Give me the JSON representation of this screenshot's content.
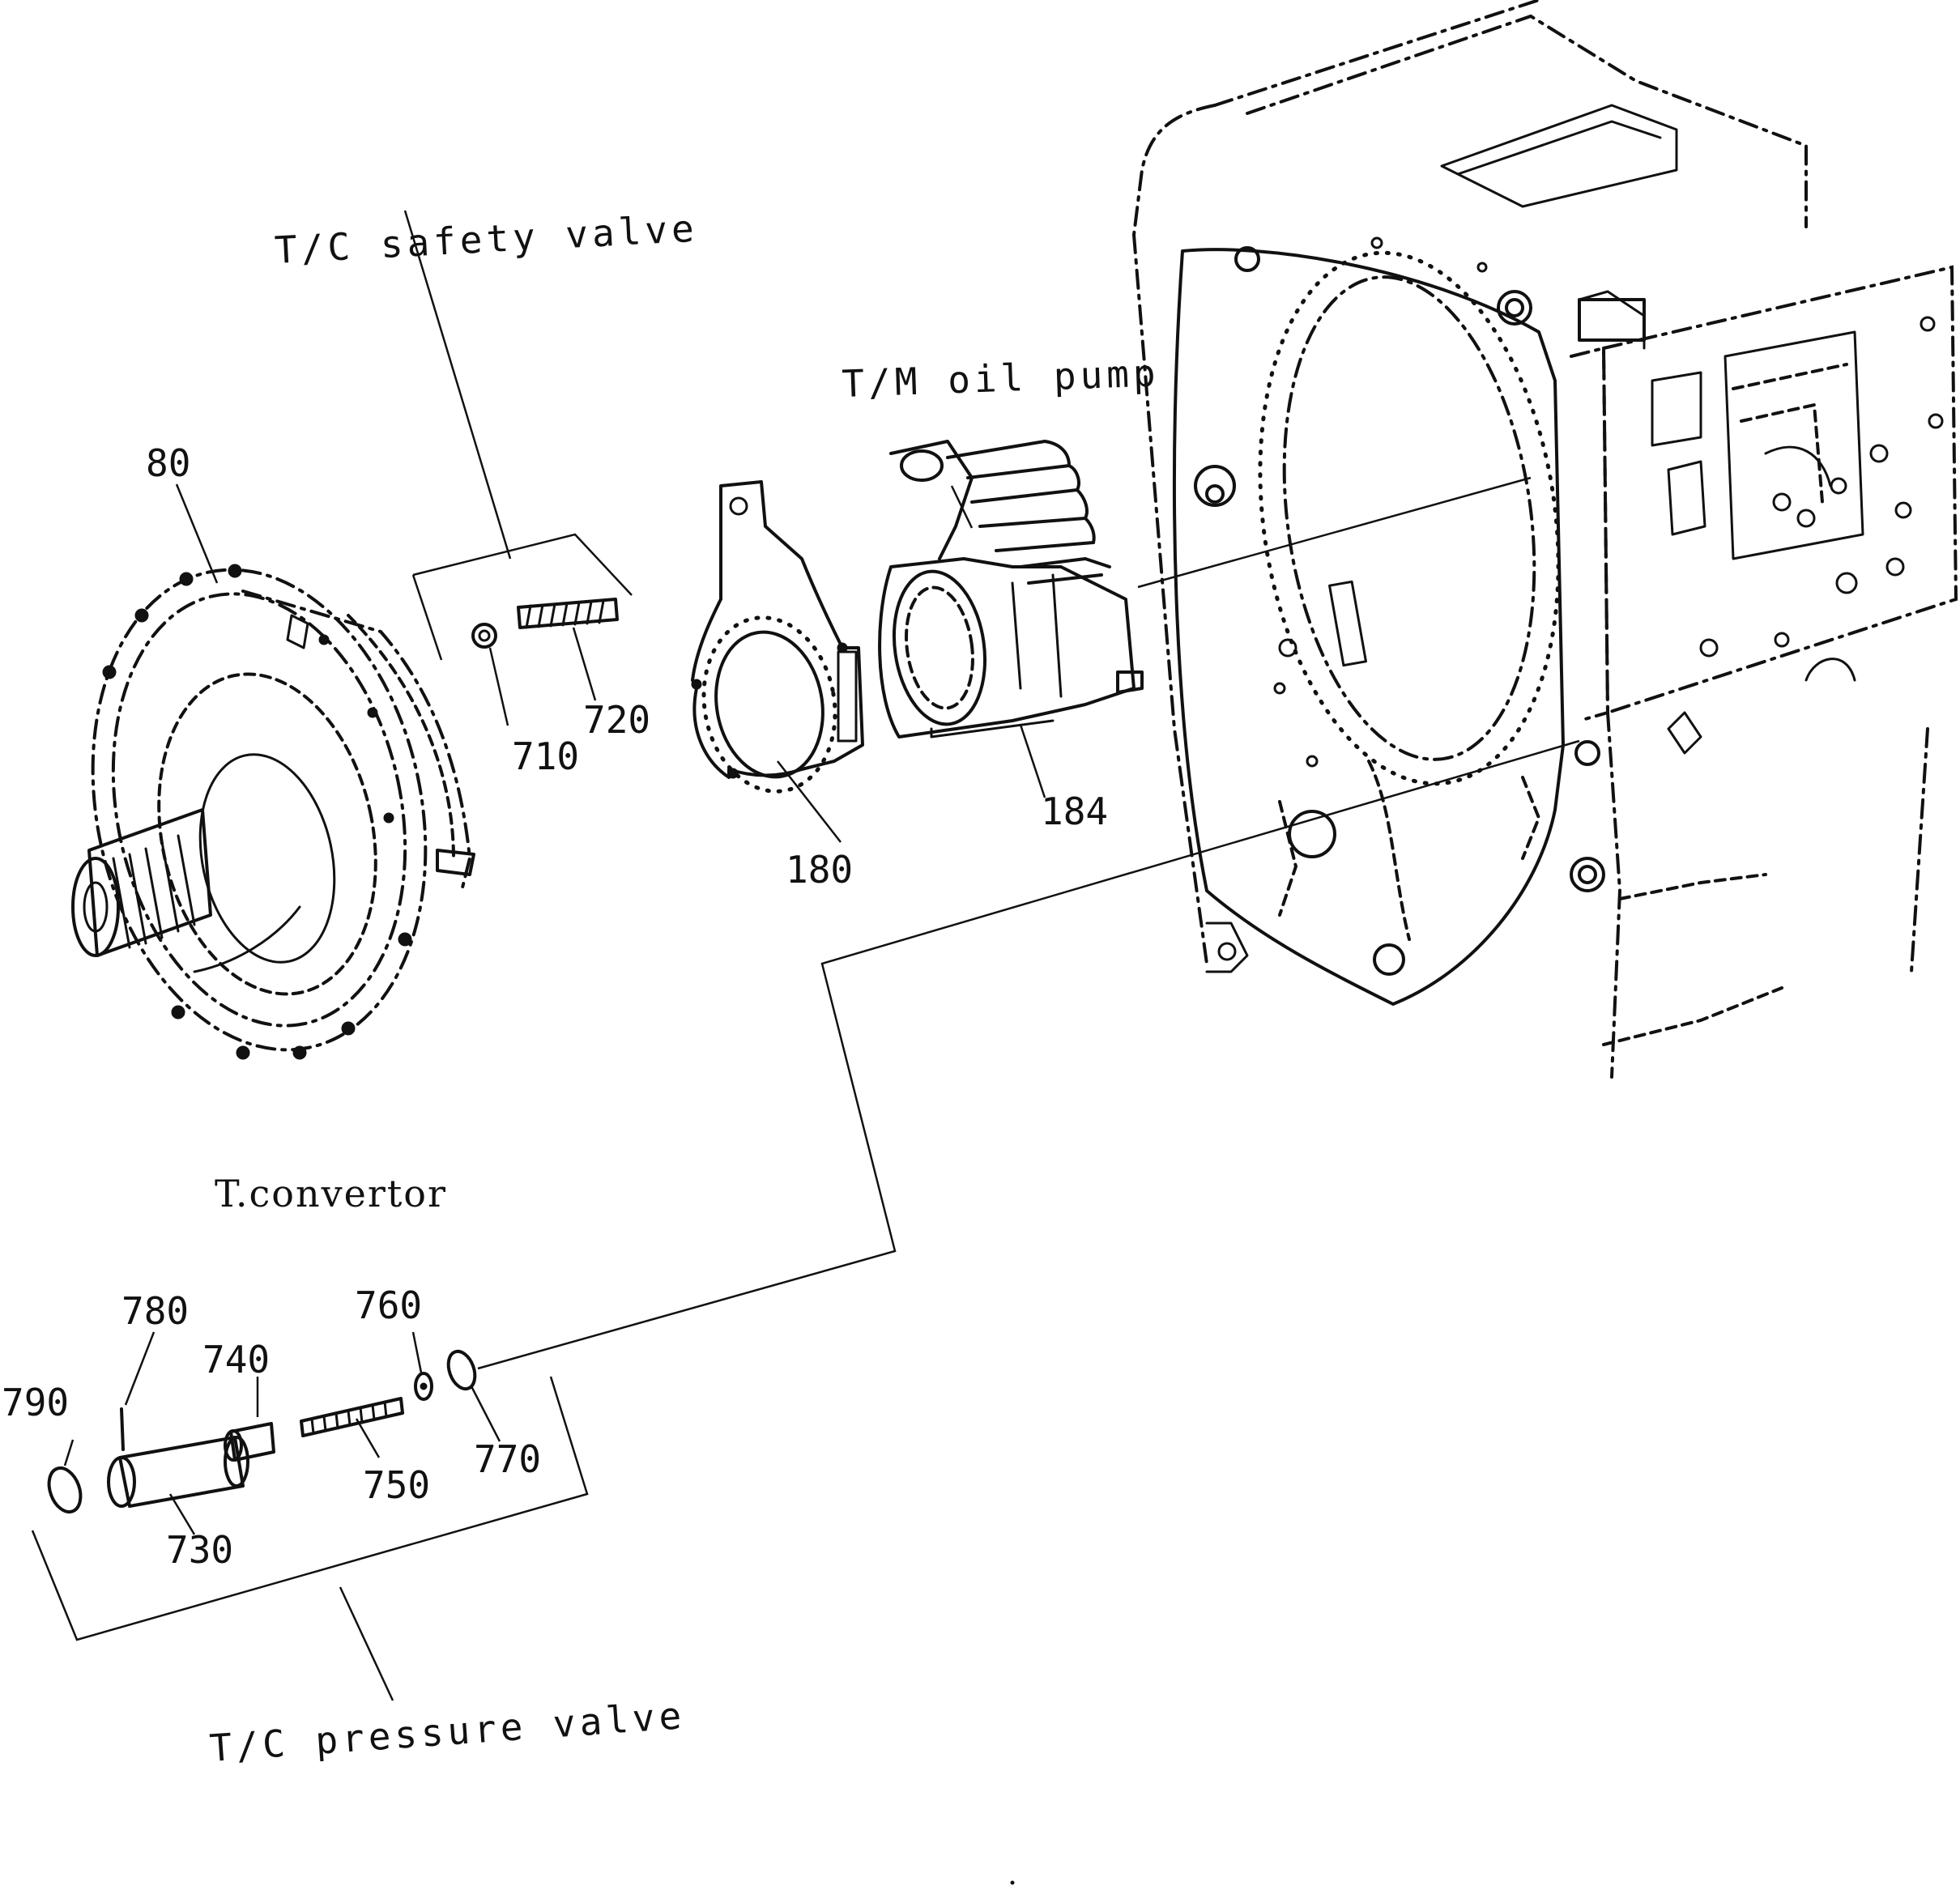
{
  "labels": {
    "tc_safety_valve": "T/C safety valve",
    "tm_oil_pump": "T/M oil pump",
    "t_convertor": "T.convertor",
    "tc_pressure_valve": "T/C pressure valve"
  },
  "parts": {
    "p80": "80",
    "p710": "710",
    "p720": "720",
    "p180": "180",
    "p184": "184",
    "p780": "780",
    "p740": "740",
    "p760": "760",
    "p790": "790",
    "p770": "770",
    "p750": "750",
    "p730": "730"
  }
}
